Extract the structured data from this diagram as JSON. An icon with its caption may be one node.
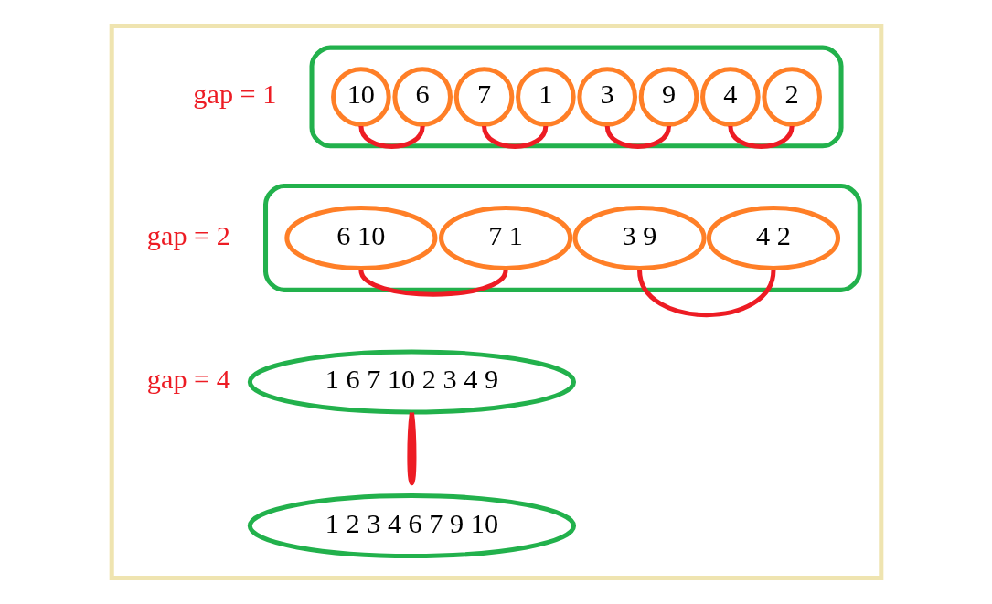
{
  "diagram": {
    "nodes": [
      {
        "text": [],
        "shape": "box"
      },
      {
        "text": [],
        "shape": "ellipse",
        "in": 0,
        "beside": [
          "gap = 1"
        ]
      },
      {
        "text": [
          "10"
        ],
        "in": 1
      },
      {
        "text": [
          "6"
        ],
        "in": 1
      },
      {
        "text": [
          "7"
        ],
        "in": 1
      },
      {
        "text": [
          "1"
        ],
        "in": 1
      },
      {
        "text": [
          "3"
        ],
        "in": 1
      },
      {
        "text": [
          "9"
        ],
        "in": 1
      },
      {
        "text": [
          "4"
        ],
        "in": 1
      },
      {
        "text": [
          "2"
        ],
        "in": 1
      },
      {
        "text": [],
        "shape": "ellipse",
        "in": 0,
        "beside": [
          "gap = 2"
        ]
      },
      {
        "text": [
          "6 10"
        ],
        "in": 10
      },
      {
        "text": [
          "7 1"
        ],
        "in": 10
      },
      {
        "text": [
          "3 9"
        ],
        "in": 10
      },
      {
        "text": [
          "4 2"
        ],
        "in": 10
      },
      {
        "text": [
          "1 6 7 10 2 3 4 9"
        ],
        "in": 0,
        "beside": [
          "gap = 4"
        ]
      },
      {
        "text": [
          "1 2 3 4 6 7 9 10"
        ],
        "in": 0
      }
    ],
    "edges": [
      {
        "from": 2,
        "to": 3,
        "arrow": "none"
      },
      {
        "from": 4,
        "to": 5,
        "arrow": "none"
      },
      {
        "from": 6,
        "to": 7,
        "arrow": "none"
      },
      {
        "from": 8,
        "to": 9,
        "arrow": "none"
      },
      {
        "from": 11,
        "to": 12,
        "arrow": "none"
      },
      {
        "from": 13,
        "to": 14,
        "arrow": "none"
      },
      {
        "from": 15,
        "to": 15,
        "arrow": "none"
      }
    ]
  }
}
